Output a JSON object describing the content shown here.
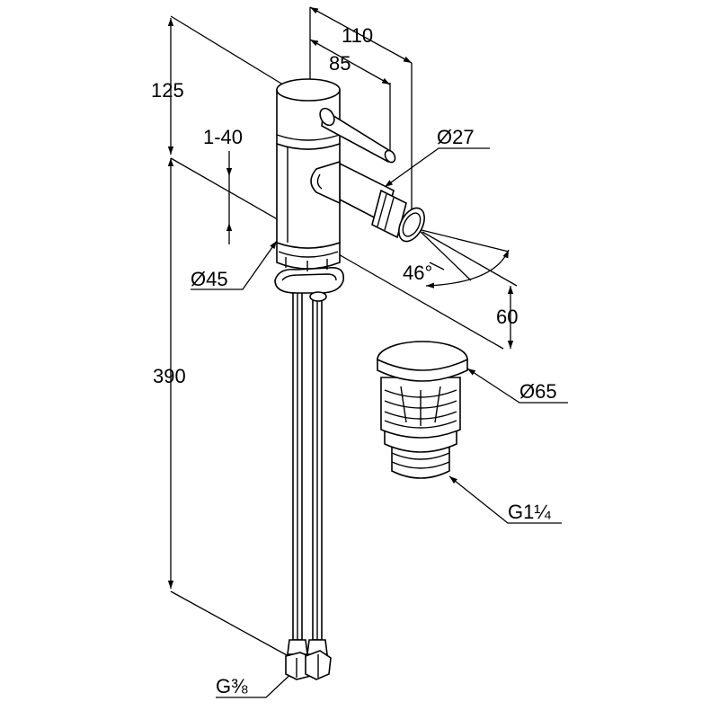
{
  "dimensions": {
    "height_top": "125",
    "height_total": "390",
    "spout_reach": "110",
    "lever_reach": "85",
    "deck_thickness": "1-40",
    "body_diameter": "Ø45",
    "spout_diameter": "Ø27",
    "swivel_angle": "46°",
    "spout_height": "60",
    "waste_diameter": "Ø65",
    "waste_thread": "G1¼",
    "hose_thread": "G⅜"
  },
  "colors": {
    "line": "#000000",
    "background": "#ffffff"
  }
}
